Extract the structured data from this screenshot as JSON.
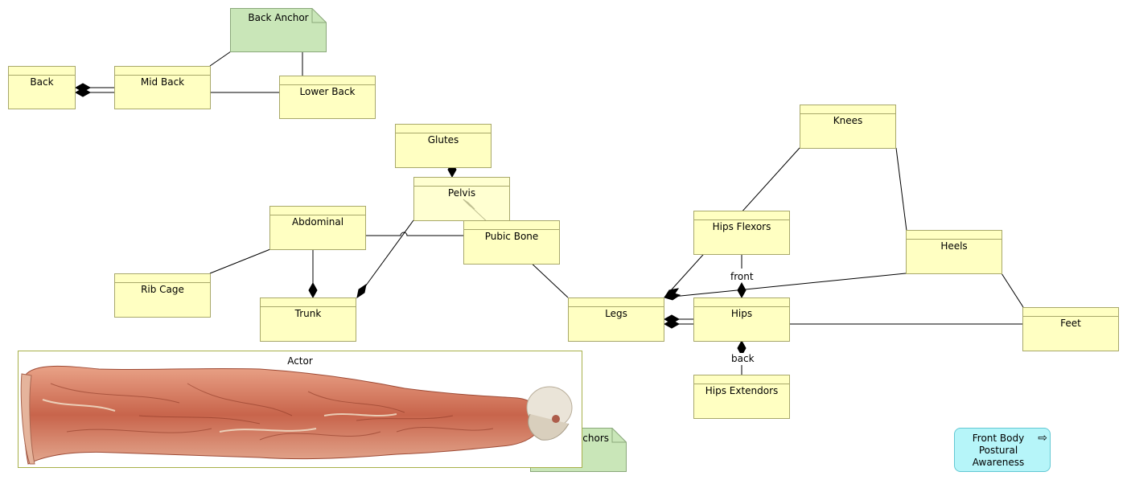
{
  "classes": {
    "back": "Back",
    "mid_back": "Mid Back",
    "lower_back": "Lower Back",
    "glutes": "Glutes",
    "pelvis": "Pelvis",
    "abdominal": "Abdominal",
    "pubic_bone": "Pubic Bone",
    "rib_cage": "Rib Cage",
    "trunk": "Trunk",
    "knees": "Knees",
    "hips_flexors": "Hips Flexors",
    "heels": "Heels",
    "legs": "Legs",
    "hips": "Hips",
    "feet": "Feet",
    "hips_extendors": "Hips Extendors"
  },
  "notes": {
    "back_anchor": "Back Anchor",
    "anchors_partial": "Anchors"
  },
  "actor": {
    "label": "Actor"
  },
  "link": {
    "label": "Front Body Postural Awareness",
    "icon": "arrow-right-icon"
  },
  "edge_labels": {
    "front": "front",
    "back": "back"
  },
  "colors": {
    "class_fill": "#ffffc2",
    "note_fill": "#c9e6b8",
    "link_fill": "#b6f5f9"
  }
}
